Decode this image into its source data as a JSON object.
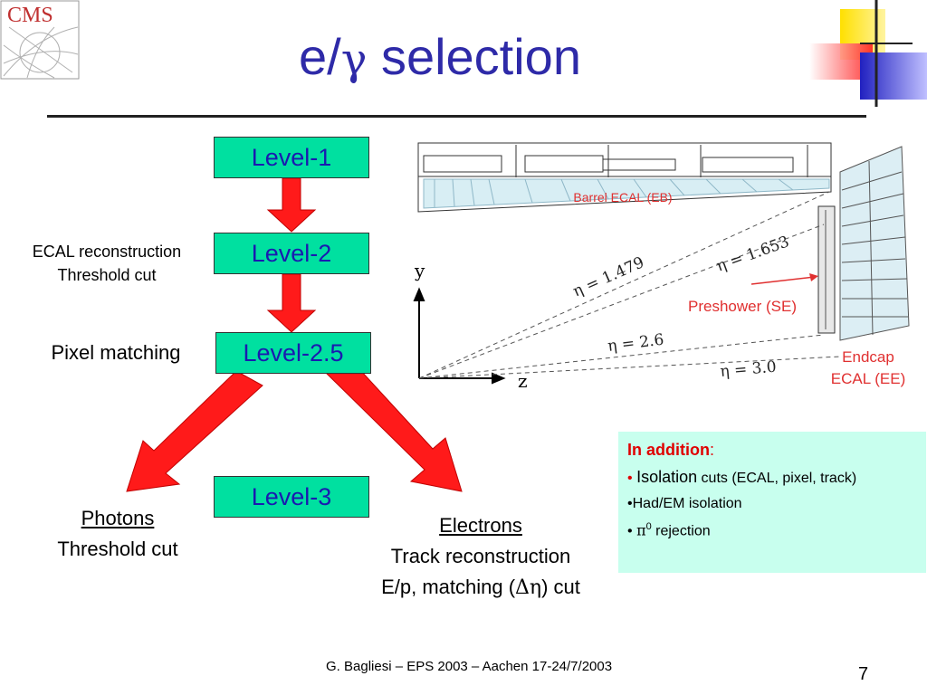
{
  "logo": {
    "text": "CMS"
  },
  "title": {
    "prefix": "e/",
    "gamma": "γ",
    "suffix": " selection"
  },
  "levels": {
    "l1": "Level-1",
    "l2": "Level-2",
    "l25": "Level-2.5",
    "l3": "Level-3"
  },
  "left_labels": {
    "ecal_reco": "ECAL reconstruction",
    "threshold_cut_l2": "Threshold cut",
    "pixel_matching": "Pixel matching"
  },
  "photons": {
    "title": "Photons",
    "line2": "Threshold cut"
  },
  "electrons": {
    "title": "Electrons",
    "line2": "Track reconstruction",
    "line3_prefix": "E/p, matching (",
    "line3_symbol": "Δη",
    "line3_suffix": ") cut"
  },
  "detector": {
    "barrel_label": "Barrel ECAL (EB)",
    "preshower_label": "Preshower (SE)",
    "endcap_label_1": "Endcap",
    "endcap_label_2": "ECAL (EE)",
    "axis_y": "y",
    "axis_z": "z",
    "eta_1479": "η = 1.479",
    "eta_1653": "η = 1.653",
    "eta_26": "η = 2.6",
    "eta_30": "η = 3.0"
  },
  "info_box": {
    "heading": "In addition",
    "heading_colon": ":",
    "bullet": "•",
    "item1_strong": "Isolation",
    "item1_rest": " cuts (ECAL, pixel, track)",
    "item2": "Had/EM isolation",
    "item3_pi": "π",
    "item3_sup": "0",
    "item3_rest": " rejection"
  },
  "footer": {
    "text": "G. Bagliesi – EPS 2003  – Aachen 17-24/7/2003"
  },
  "page_number": "7",
  "colors": {
    "title": "#2e2aa8",
    "level_fill": "#00e0a0",
    "level_text": "#1a1ab0",
    "arrow_red": "#ff1a1a",
    "info_fill": "#c8ffee",
    "label_red": "#e03030"
  }
}
